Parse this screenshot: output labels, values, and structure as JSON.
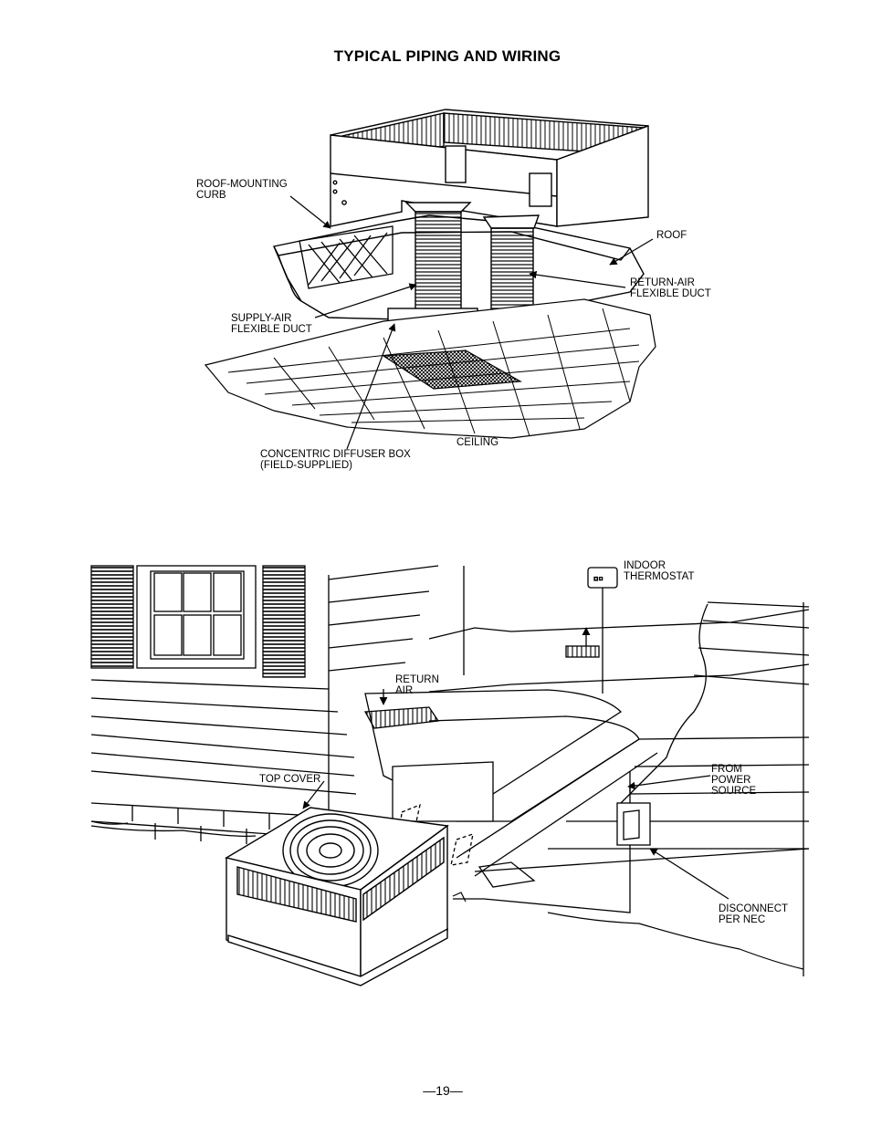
{
  "page": {
    "title": "TYPICAL PIPING AND WIRING",
    "page_number": "—19—"
  },
  "top_diagram": {
    "labels": {
      "roof_mounting_curb": "ROOF-MOUNTING\nCURB",
      "roof": "ROOF",
      "return_air_flexible_duct": "RETURN-AIR\nFLEXIBLE DUCT",
      "supply_air_flexible_duct": "SUPPLY-AIR\nFLEXIBLE DUCT",
      "ceiling": "CEILING",
      "concentric_diffuser_box": "CONCENTRIC DIFFUSER BOX\n(FIELD-SUPPLIED)"
    }
  },
  "bottom_diagram": {
    "labels": {
      "indoor_thermostat": "INDOOR\nTHERMOSTAT",
      "return_air": "RETURN\nAIR",
      "top_cover": "TOP COVER",
      "from_power_source": "FROM\nPOWER\nSOURCE",
      "disconnect_per_nec": "DISCONNECT\nPER NEC"
    }
  }
}
